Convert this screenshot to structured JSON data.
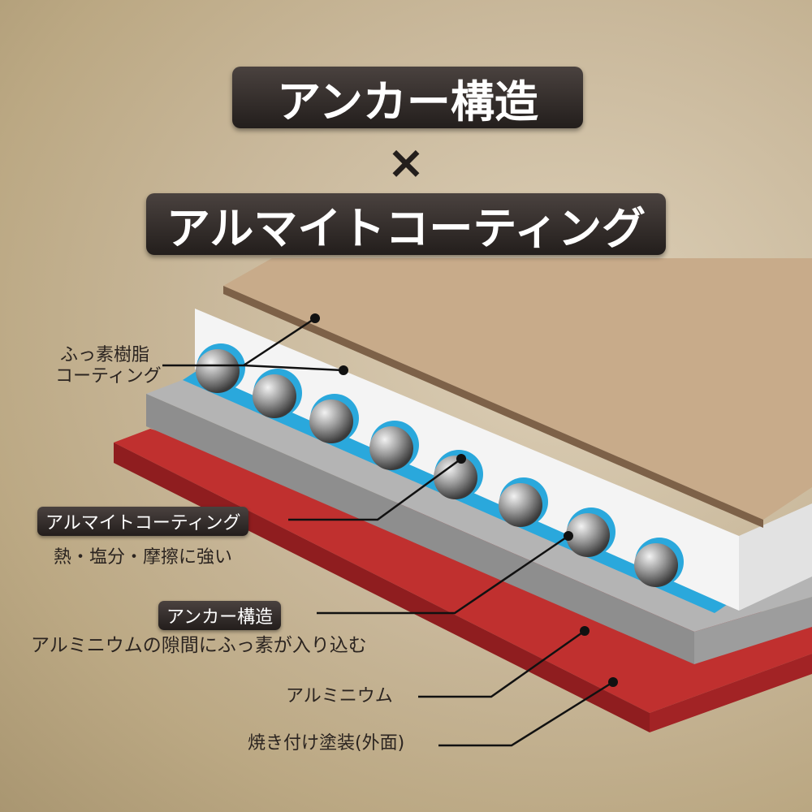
{
  "title": {
    "line1": "アンカー構造",
    "times": "×",
    "line2": "アルマイトコーティング"
  },
  "labels": {
    "fluorine_line1": "ふっ素樹脂",
    "fluorine_line2": "コーティング",
    "alumite_badge": "アルマイトコーティング",
    "alumite_desc": "熱・塩分・摩擦に強い",
    "anchor_badge": "アンカー構造",
    "anchor_desc": "アルミニウムの隙間にふっ素が入り込む",
    "aluminium": "アルミニウム",
    "outer_coating": "焼き付け塗装(外面)"
  },
  "colors": {
    "top_coating": "#c8ab8a",
    "white_layer": "#f4f4f4",
    "alumite_blue": "#2aa8dc",
    "aluminium_gray": "#a9a9a9",
    "outer_red": "#b3262a",
    "badge": "#2a2422"
  }
}
